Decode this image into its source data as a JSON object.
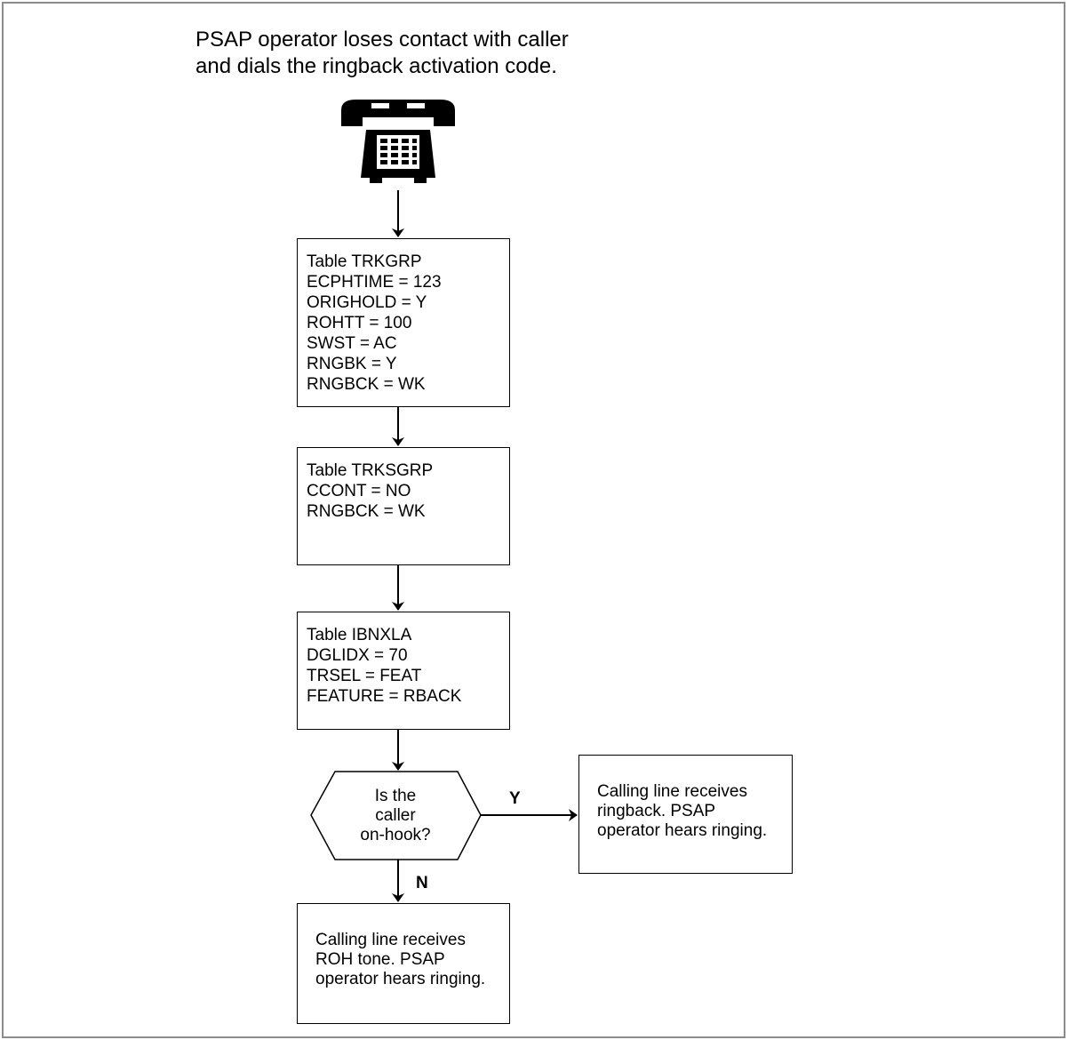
{
  "intro": {
    "line1": "PSAP operator loses contact with caller",
    "line2": "and dials the ringback activation code."
  },
  "icon": "telephone-icon",
  "boxes": {
    "trkgrp": [
      "Table TRKGRP",
      "ECPHTIME = 123",
      "ORIGHOLD = Y",
      "ROHTT = 100",
      "SWST = AC",
      "RNGBK = Y",
      "RNGBCK = WK"
    ],
    "trksgrp": [
      "Table TRKSGRP",
      "CCONT = NO",
      "RNGBCK = WK"
    ],
    "ibnxla": [
      "Table IBNXLA",
      "DGLIDX = 70",
      "TRSEL = FEAT",
      "FEATURE = RBACK"
    ],
    "yes_result": [
      "Calling line receives",
      "ringback. PSAP",
      "operator hears ringing."
    ],
    "no_result": [
      "Calling line receives",
      "ROH tone. PSAP",
      "operator hears ringing."
    ]
  },
  "decision": {
    "lines": [
      "Is the",
      "caller",
      "on-hook?"
    ],
    "yes_label": "Y",
    "no_label": "N"
  }
}
